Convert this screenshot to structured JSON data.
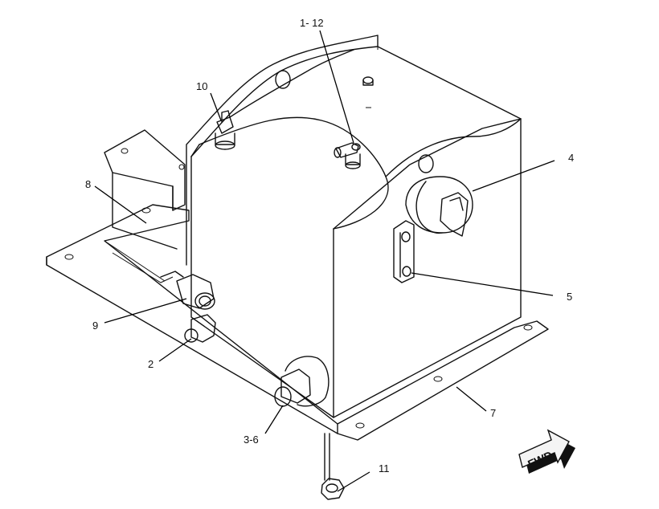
{
  "callouts": [
    {
      "id": "c1",
      "text": "1- 12"
    },
    {
      "id": "c2",
      "text": "2"
    },
    {
      "id": "c3",
      "text": "3-6"
    },
    {
      "id": "c4",
      "text": "4"
    },
    {
      "id": "c5",
      "text": "5"
    },
    {
      "id": "c7",
      "text": "7"
    },
    {
      "id": "c8",
      "text": "8"
    },
    {
      "id": "c9",
      "text": "9"
    },
    {
      "id": "c10",
      "text": "10"
    },
    {
      "id": "c11",
      "text": "11"
    }
  ],
  "direction_arrow": {
    "text": "FWD"
  }
}
